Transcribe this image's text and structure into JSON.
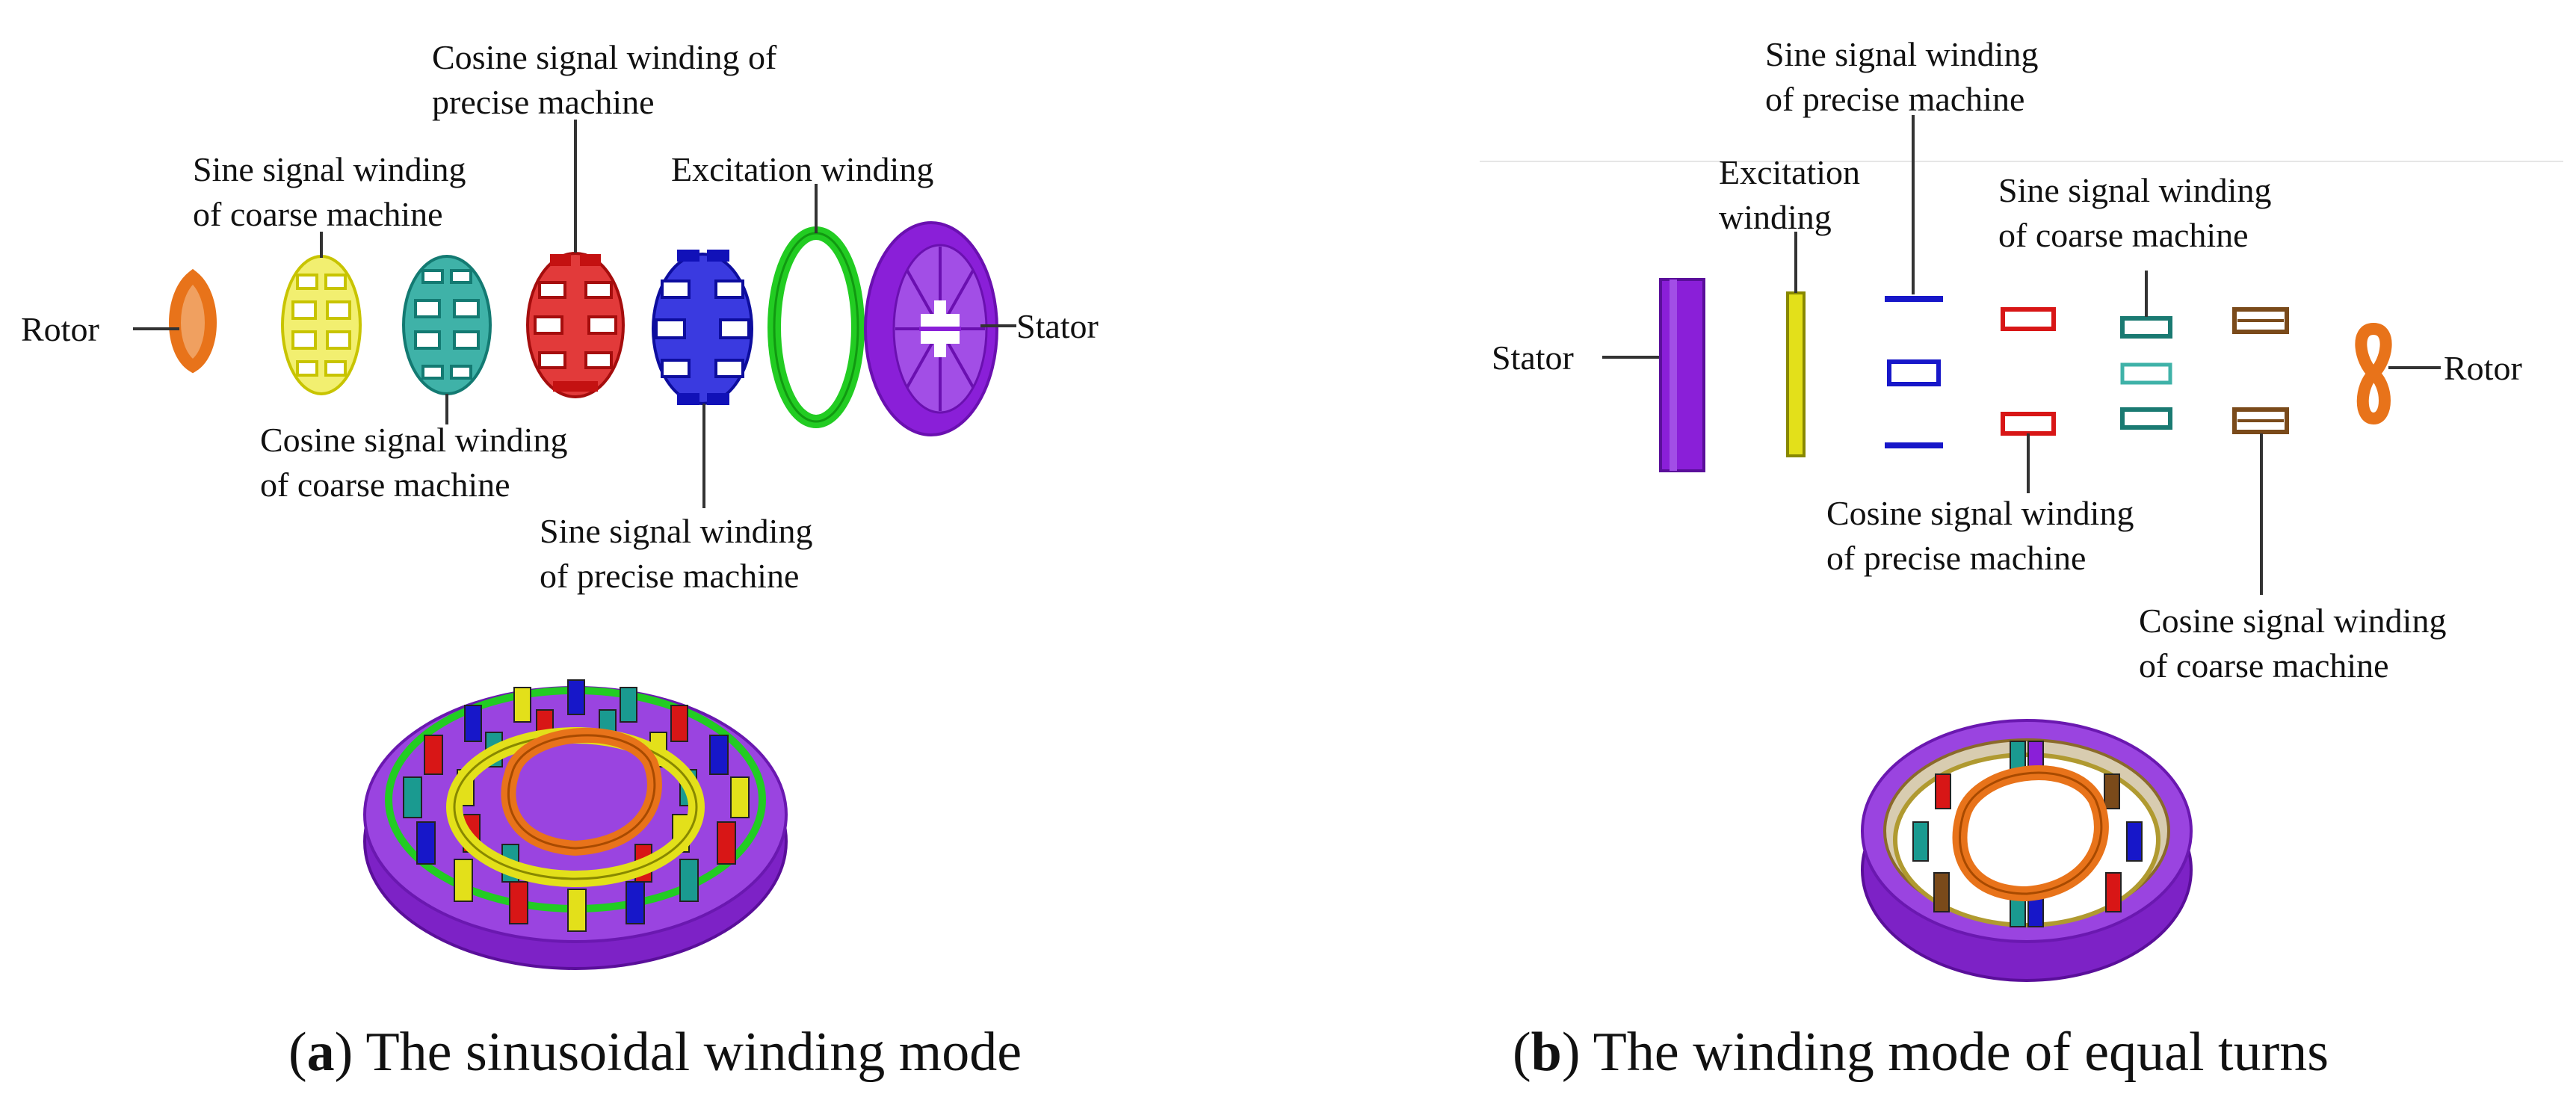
{
  "panel_a": {
    "labels": {
      "rotor": "Rotor",
      "sine_coarse_1": "Sine signal winding",
      "sine_coarse_2": "of coarse machine",
      "cosine_precise_1": "Cosine signal winding of",
      "cosine_precise_2": "precise machine",
      "excitation": "Excitation winding",
      "stator": "Stator",
      "cosine_coarse_1": "Cosine signal winding",
      "cosine_coarse_2": "of coarse machine",
      "sine_precise_1": "Sine signal winding",
      "sine_precise_2": "of precise machine"
    },
    "caption_letter": "a",
    "caption_text": "The sinusoidal winding mode"
  },
  "panel_b": {
    "labels": {
      "sine_precise_1": "Sine signal winding",
      "sine_precise_2": "of precise machine",
      "excitation_1": "Excitation",
      "excitation_2": "winding",
      "sine_coarse_1": "Sine signal winding",
      "sine_coarse_2": "of coarse machine",
      "stator": "Stator",
      "rotor": "Rotor",
      "cosine_precise_1": "Cosine signal winding",
      "cosine_precise_2": "of precise machine",
      "cosine_coarse_1": "Cosine signal winding",
      "cosine_coarse_2": "of coarse machine"
    },
    "caption_letter": "b",
    "caption_text": "The winding mode of equal turns"
  },
  "colors": {
    "rotor": "#e8731a",
    "sine_coarse": "#e3e01a",
    "cosine_coarse": "#1a9a90",
    "cosine_precise": "#d81616",
    "sine_precise": "#1717c9",
    "excitation": "#22cc22",
    "stator": "#8a1fd8",
    "coarse_b": "#7a4a1a"
  }
}
